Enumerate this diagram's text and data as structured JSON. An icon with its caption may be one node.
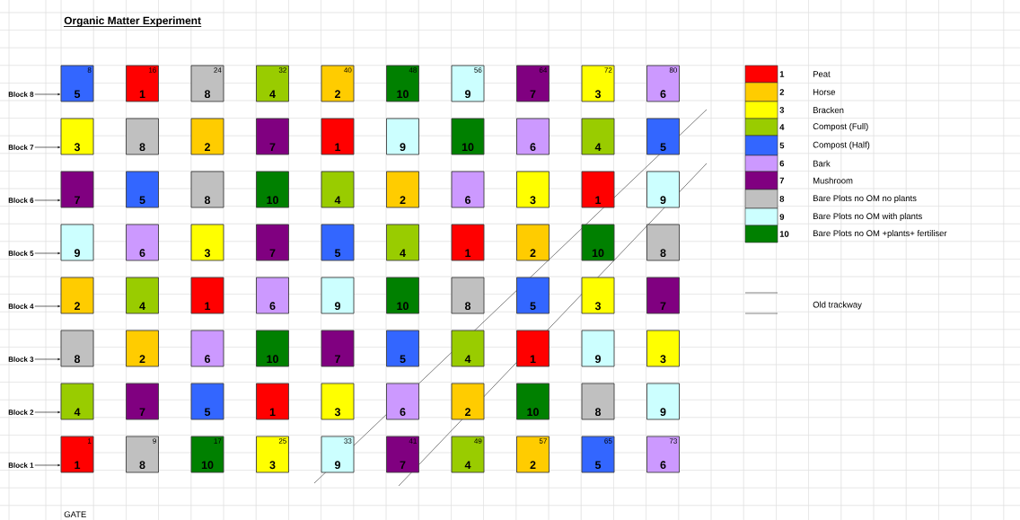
{
  "diagram": {
    "title": "Organic Matter Experiment",
    "nodes": [
      {
        "text": [
          "Block 8"
        ]
      },
      {
        "text": [
          "8",
          "5"
        ]
      },
      {
        "text": [
          "16",
          "1"
        ]
      },
      {
        "text": [
          "24",
          "8"
        ]
      },
      {
        "text": [
          "32",
          "4"
        ]
      },
      {
        "text": [
          "40",
          "2"
        ]
      },
      {
        "text": [
          "48",
          "10"
        ]
      },
      {
        "text": [
          "56",
          "9"
        ]
      },
      {
        "text": [
          "64",
          "7"
        ]
      },
      {
        "text": [
          "72",
          "3"
        ]
      },
      {
        "text": [
          "80",
          "6"
        ]
      },
      {
        "text": [
          "Block 7"
        ]
      },
      {
        "text": [
          "3"
        ]
      },
      {
        "text": [
          "8"
        ]
      },
      {
        "text": [
          "2"
        ]
      },
      {
        "text": [
          "7"
        ]
      },
      {
        "text": [
          "1"
        ]
      },
      {
        "text": [
          "9"
        ]
      },
      {
        "text": [
          "10"
        ]
      },
      {
        "text": [
          "6"
        ]
      },
      {
        "text": [
          "4"
        ]
      },
      {
        "text": [
          "5"
        ]
      },
      {
        "text": [
          "Block 6"
        ]
      },
      {
        "text": [
          "7"
        ]
      },
      {
        "text": [
          "5"
        ]
      },
      {
        "text": [
          "8"
        ]
      },
      {
        "text": [
          "10"
        ]
      },
      {
        "text": [
          "4"
        ]
      },
      {
        "text": [
          "2"
        ]
      },
      {
        "text": [
          "6"
        ]
      },
      {
        "text": [
          "3"
        ]
      },
      {
        "text": [
          "1"
        ]
      },
      {
        "text": [
          "9"
        ]
      },
      {
        "text": [
          "Block 5"
        ]
      },
      {
        "text": [
          "9"
        ]
      },
      {
        "text": [
          "6"
        ]
      },
      {
        "text": [
          "3"
        ]
      },
      {
        "text": [
          "7"
        ]
      },
      {
        "text": [
          "5"
        ]
      },
      {
        "text": [
          "4"
        ]
      },
      {
        "text": [
          "1"
        ]
      },
      {
        "text": [
          "2"
        ]
      },
      {
        "text": [
          "10"
        ]
      },
      {
        "text": [
          "8"
        ]
      },
      {
        "text": [
          "Block 4"
        ]
      },
      {
        "text": [
          "2"
        ]
      },
      {
        "text": [
          "4"
        ]
      },
      {
        "text": [
          "1"
        ]
      },
      {
        "text": [
          "6"
        ]
      },
      {
        "text": [
          "9"
        ]
      },
      {
        "text": [
          "10"
        ]
      },
      {
        "text": [
          "8"
        ]
      },
      {
        "text": [
          "5"
        ]
      },
      {
        "text": [
          "3"
        ]
      },
      {
        "text": [
          "7"
        ]
      },
      {
        "text": [
          "Block 3"
        ]
      },
      {
        "text": [
          "8"
        ]
      },
      {
        "text": [
          "2"
        ]
      },
      {
        "text": [
          "6"
        ]
      },
      {
        "text": [
          "10"
        ]
      },
      {
        "text": [
          "7"
        ]
      },
      {
        "text": [
          "5"
        ]
      },
      {
        "text": [
          "4"
        ]
      },
      {
        "text": [
          "1"
        ]
      },
      {
        "text": [
          "9"
        ]
      },
      {
        "text": [
          "3"
        ]
      },
      {
        "text": [
          "Block 2"
        ]
      },
      {
        "text": [
          "4"
        ]
      },
      {
        "text": [
          "7"
        ]
      },
      {
        "text": [
          "5"
        ]
      },
      {
        "text": [
          "1"
        ]
      },
      {
        "text": [
          "3"
        ]
      },
      {
        "text": [
          "6"
        ]
      },
      {
        "text": [
          "2"
        ]
      },
      {
        "text": [
          "10"
        ]
      },
      {
        "text": [
          "8"
        ]
      },
      {
        "text": [
          "9"
        ]
      },
      {
        "text": [
          "Block 1"
        ]
      },
      {
        "text": [
          "1",
          "1"
        ]
      },
      {
        "text": [
          "9",
          "8"
        ]
      },
      {
        "text": [
          "17",
          "10"
        ]
      },
      {
        "text": [
          "25",
          "3"
        ]
      },
      {
        "text": [
          "33",
          "9"
        ]
      },
      {
        "text": [
          "41",
          "7"
        ]
      },
      {
        "text": [
          "49",
          "4"
        ]
      },
      {
        "text": [
          "57",
          "2"
        ]
      },
      {
        "text": [
          "65",
          "5"
        ]
      },
      {
        "text": [
          "73",
          "6"
        ]
      }
    ],
    "edges": [
      {
        "from": 0,
        "to": 1,
        "arrow": "to"
      },
      {
        "from": 11,
        "to": 12,
        "arrow": "to"
      },
      {
        "from": 22,
        "to": 23,
        "arrow": "to"
      },
      {
        "from": 33,
        "to": 34,
        "arrow": "to"
      },
      {
        "from": 44,
        "to": 45,
        "arrow": "to"
      },
      {
        "from": 55,
        "to": 56,
        "arrow": "to"
      },
      {
        "from": 66,
        "to": 67,
        "arrow": "to"
      },
      {
        "from": 77,
        "to": 78,
        "arrow": "to"
      }
    ],
    "labels": [
      "1",
      "2",
      "3",
      "4",
      "5",
      "6",
      "7",
      "8",
      "9",
      "10",
      "GATE"
    ],
    "legend": [
      {
        "text": "Peat",
        "color": "#ff0000"
      },
      {
        "text": "Horse",
        "color": "#ffcc00"
      },
      {
        "text": "Bracken",
        "color": "#ffff00"
      },
      {
        "text": "Compost (Full)",
        "color": "#99cc00"
      },
      {
        "text": "Compost (Half)",
        "color": "#3366ff"
      },
      {
        "text": "Bark",
        "color": "#cc99ff"
      },
      {
        "text": "Mushroom",
        "color": "#800080"
      },
      {
        "text": "Bare Plots no OM no plants",
        "color": "#c0c0c0"
      },
      {
        "text": "Bare Plots no OM with plants",
        "color": "#ccffff"
      },
      {
        "text": "Bare Plots no OM +plants+ fertiliser",
        "color": "#008000"
      },
      {
        "text": "Old trackway"
      }
    ]
  }
}
